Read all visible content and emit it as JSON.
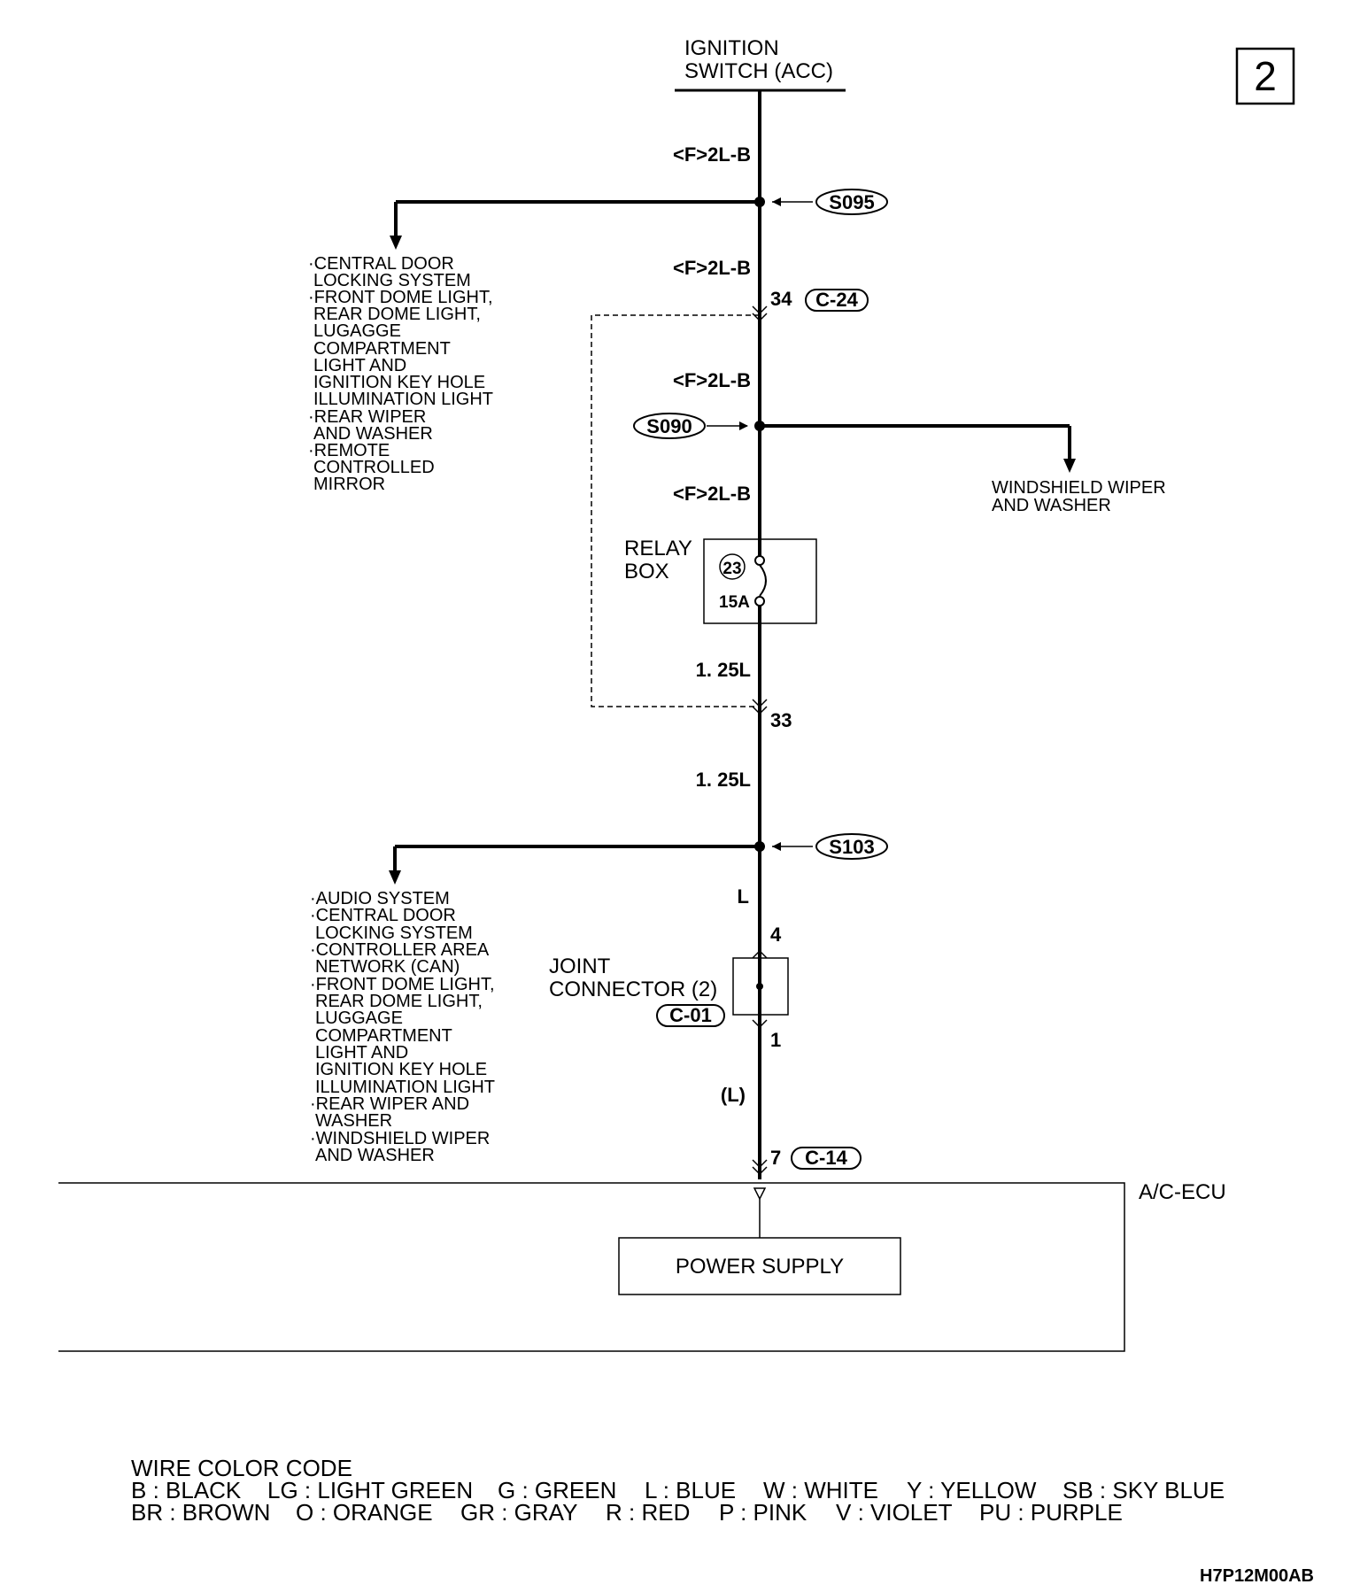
{
  "page_number": "2",
  "source": {
    "line1": "IGNITION",
    "line2": "SWITCH (ACC)"
  },
  "wire_labels": {
    "w1": "<F>2L-B",
    "w2": "<F>2L-B",
    "w3": "<F>2L-B",
    "w4": "<F>2L-B",
    "w5": "1. 25L",
    "w6": "1. 25L",
    "w7": "L",
    "w8": "(L)"
  },
  "splices": {
    "s095": "S095",
    "s090": "S090",
    "s103": "S103"
  },
  "connectors": {
    "c24_pin_top": "34",
    "c24_pin_bottom": "33",
    "c24_label": "C-24",
    "c01_pin_in": "4",
    "c01_pin_out": "1",
    "c01_label": "C-01",
    "c14_pin": "7",
    "c14_label": "C-14"
  },
  "relay_box": {
    "line1": "RELAY",
    "line2": "BOX",
    "fuse_number": "23",
    "fuse_rating": "15A"
  },
  "joint_connector": {
    "line1": "JOINT",
    "line2": "CONNECTOR (2)"
  },
  "branch_s095": [
    "·CENTRAL DOOR",
    "LOCKING SYSTEM",
    "·FRONT DOME LIGHT,",
    "REAR DOME LIGHT,",
    "LUGAGGE",
    "COMPARTMENT",
    "LIGHT AND",
    "IGNITION KEY HOLE",
    "ILLUMINATION LIGHT",
    "·REAR WIPER",
    "AND WASHER",
    "·REMOTE",
    "CONTROLLED",
    "MIRROR"
  ],
  "branch_s090": [
    "WINDSHIELD WIPER",
    "AND WASHER"
  ],
  "branch_s103": [
    "·AUDIO SYSTEM",
    "·CENTRAL DOOR",
    "LOCKING SYSTEM",
    "·CONTROLLER AREA",
    "NETWORK (CAN)",
    "·FRONT DOME LIGHT,",
    "REAR DOME LIGHT,",
    "LUGGAGE",
    "COMPARTMENT",
    "LIGHT AND",
    "IGNITION KEY HOLE",
    "ILLUMINATION LIGHT",
    "·REAR WIPER AND",
    "WASHER",
    "·WINDSHIELD WIPER",
    "AND WASHER"
  ],
  "ecu": {
    "name": "A/C-ECU",
    "block": "POWER SUPPLY"
  },
  "legend": {
    "title": "WIRE COLOR CODE",
    "row1": [
      "B : BLACK",
      "LG : LIGHT GREEN",
      "G : GREEN",
      "L : BLUE",
      "W : WHITE",
      "Y : YELLOW",
      "SB : SKY BLUE"
    ],
    "row2": [
      "BR : BROWN",
      "O : ORANGE",
      "GR : GRAY",
      "R : RED",
      "P : PINK",
      "V : VIOLET",
      "PU : PURPLE"
    ]
  },
  "figure_code": "H7P12M00AB"
}
